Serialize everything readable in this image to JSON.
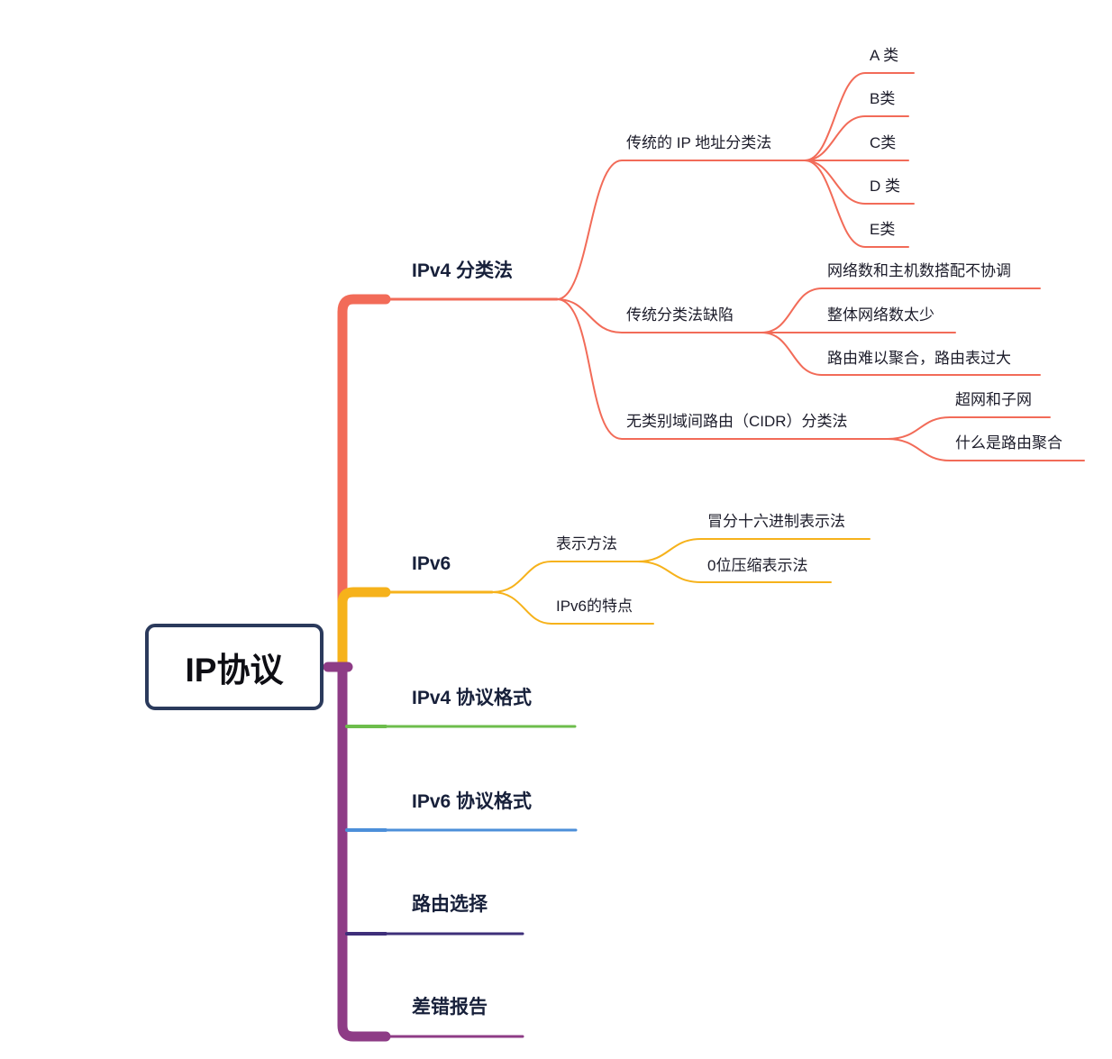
{
  "colors": {
    "ipv4_classful": "#f26b58",
    "ipv6": "#f6b21b",
    "ipv4_format": "#6dbd4c",
    "ipv6_format": "#4c8fd9",
    "routing": "#3e2f7a",
    "error_report": "#8e3c86",
    "root_border": "#2b3a5c"
  },
  "root": {
    "label": "IP协议"
  },
  "branches": {
    "ipv4_classful": {
      "label": "IPv4 分类法",
      "traditional": {
        "label": "传统的 IP 地址分类法",
        "classes": [
          "A 类",
          "B类",
          "C类",
          "D 类",
          "E类"
        ]
      },
      "defects": {
        "label": "传统分类法缺陷",
        "items": [
          "网络数和主机数搭配不协调",
          "整体网络数太少",
          "路由难以聚合，路由表过大"
        ]
      },
      "cidr": {
        "label": "无类别域间路由（CIDR）分类法",
        "items": [
          "超网和子网",
          "什么是路由聚合"
        ]
      }
    },
    "ipv6": {
      "label": "IPv6",
      "representation": {
        "label": "表示方法",
        "items": [
          "冒分十六进制表示法",
          "0位压缩表示法"
        ]
      },
      "features": {
        "label": "IPv6的特点"
      }
    },
    "ipv4_format": {
      "label": "IPv4 协议格式"
    },
    "ipv6_format": {
      "label": "IPv6 协议格式"
    },
    "routing": {
      "label": "路由选择"
    },
    "error_report": {
      "label": "差错报告"
    }
  }
}
